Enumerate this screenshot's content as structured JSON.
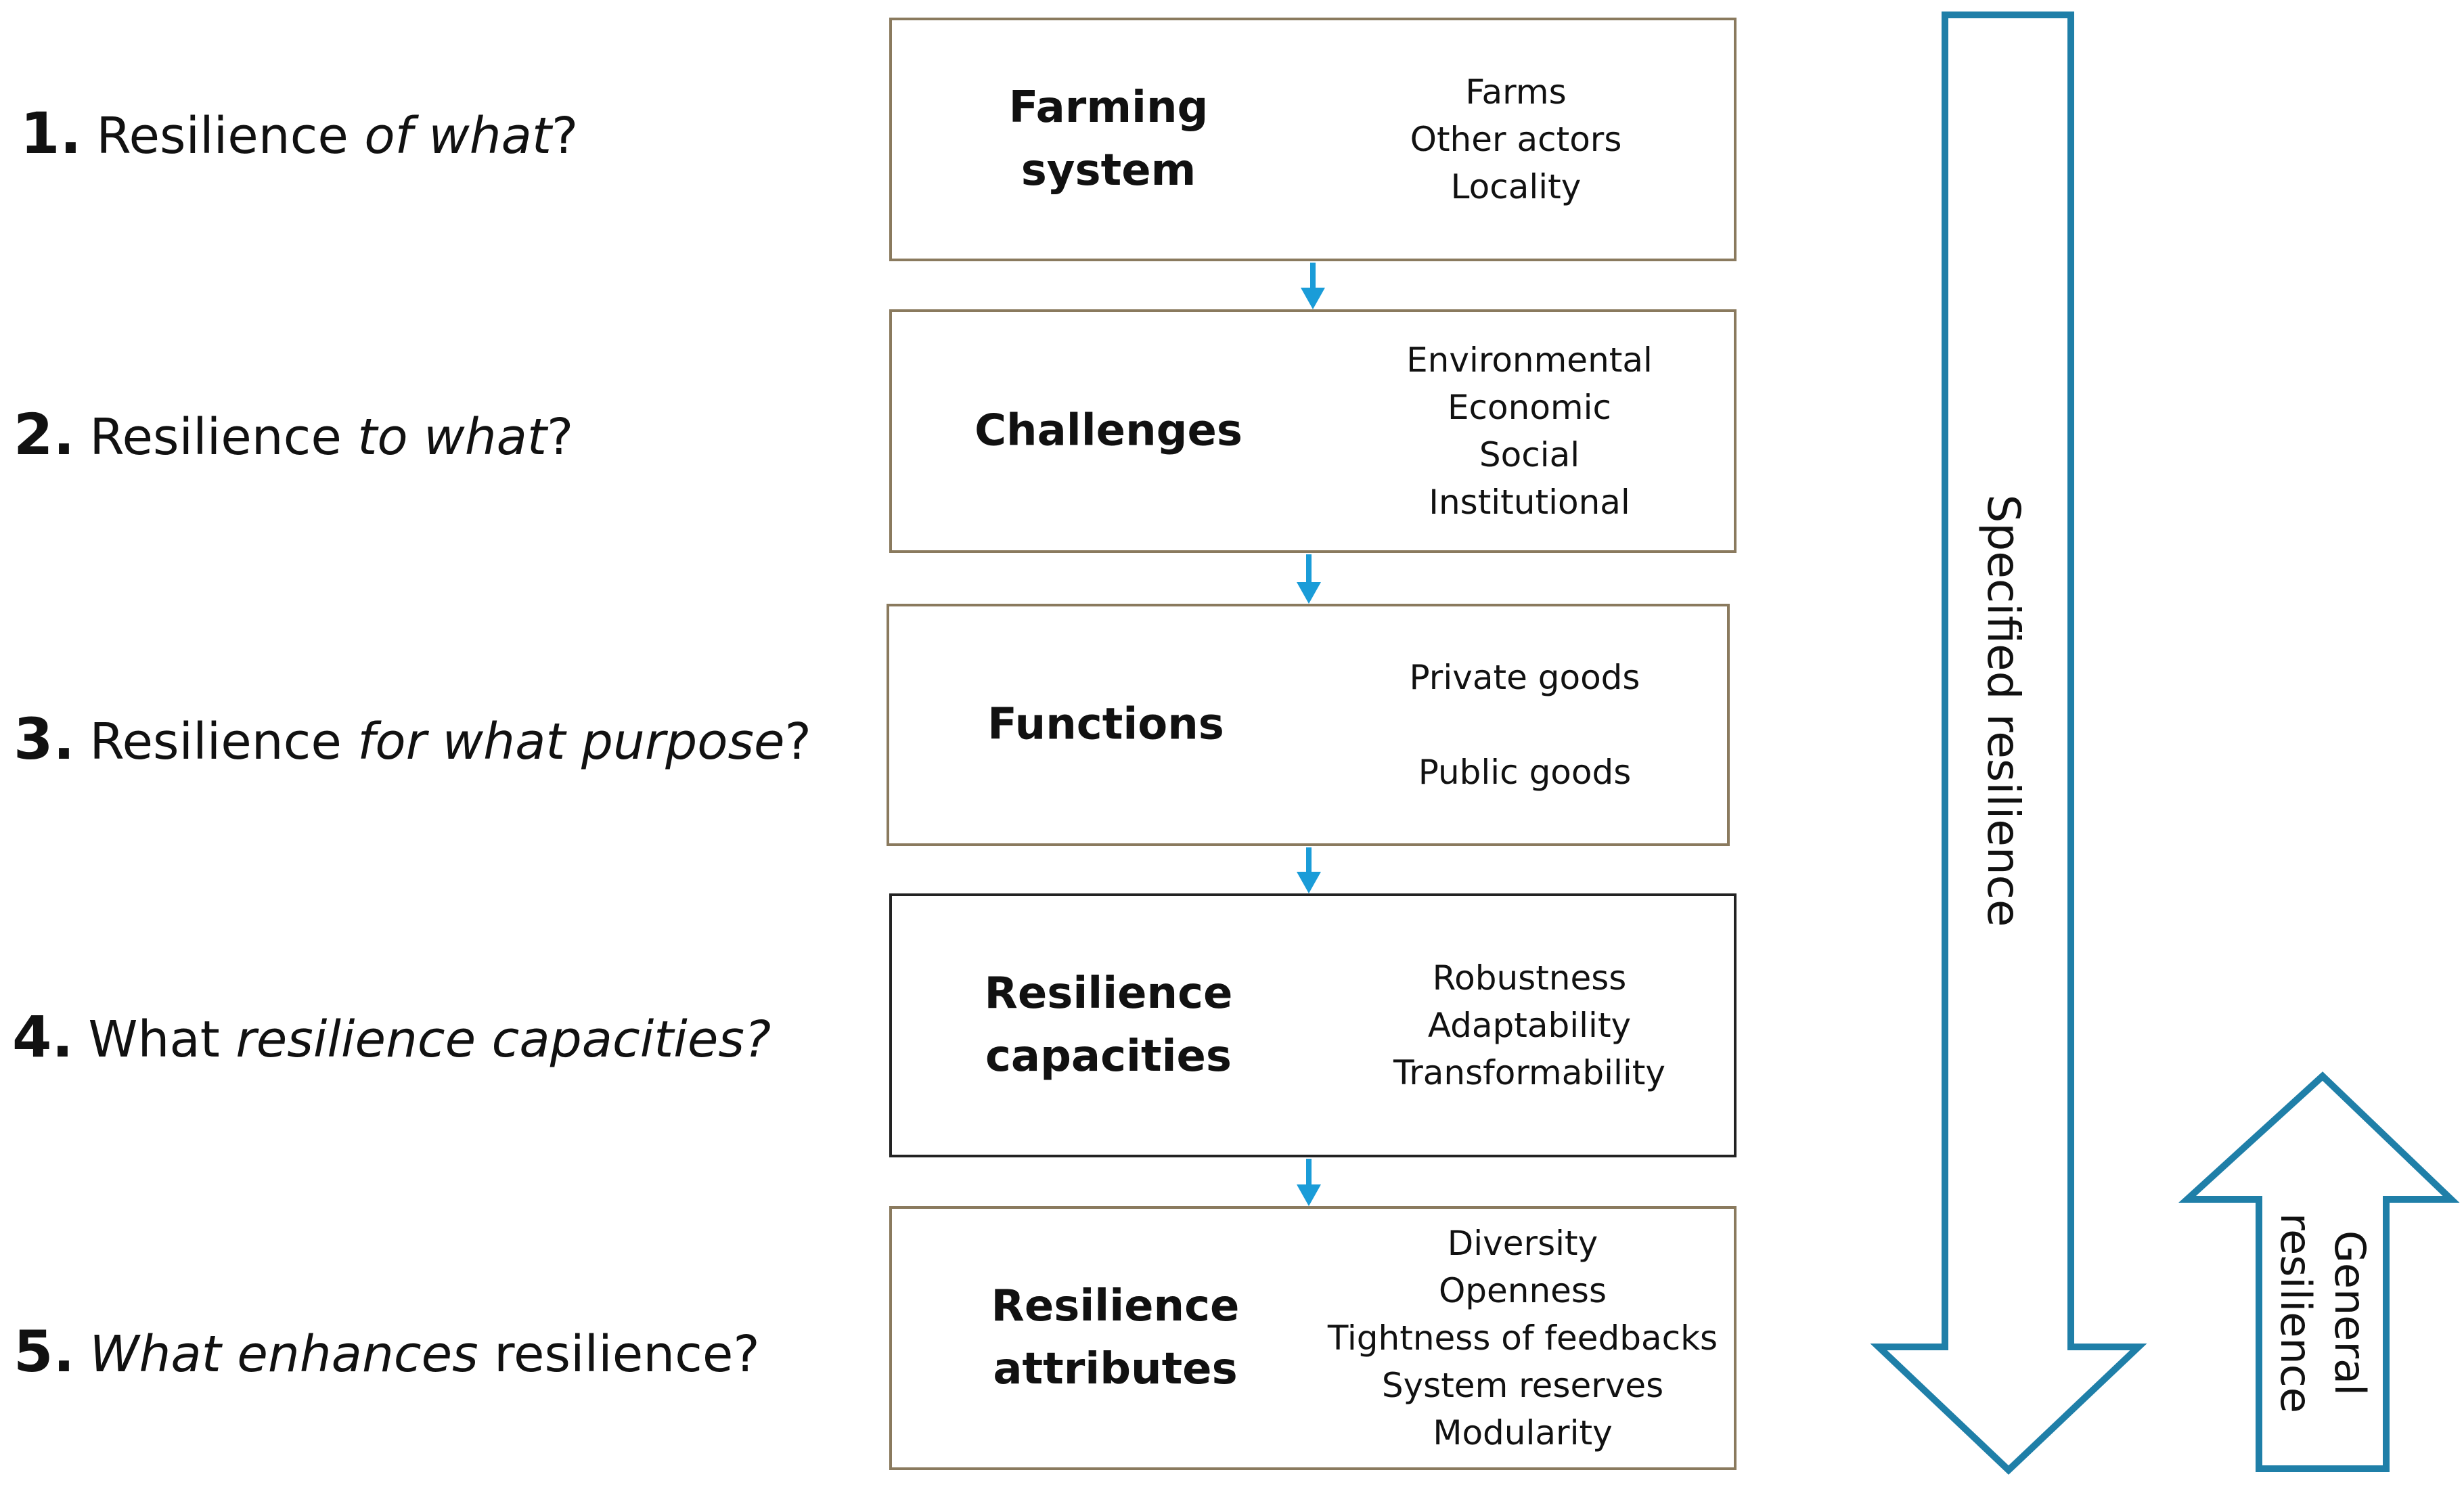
{
  "questions": [
    {
      "num": "1.",
      "prefix": "Resilience ",
      "emph": "of what",
      "suffix": "?"
    },
    {
      "num": "2.",
      "prefix": "Resilience ",
      "emph": "to what",
      "suffix": "?"
    },
    {
      "num": "3.",
      "prefix": "Resilience ",
      "emph": "for what purpose",
      "suffix": "?"
    },
    {
      "num": "4.",
      "prefix": "What ",
      "emph": "resilience capacities?",
      "suffix": ""
    },
    {
      "num": "5.",
      "prefix": "",
      "emph": "What enhances",
      "suffix": " resilience?"
    }
  ],
  "boxes": [
    {
      "title": [
        "Farming",
        "system"
      ],
      "items": [
        "Farms",
        "Other actors",
        "Locality"
      ]
    },
    {
      "title": [
        "Challenges"
      ],
      "items": [
        "Environmental",
        "Economic",
        "Social",
        "Institutional"
      ]
    },
    {
      "title": [
        "Functions"
      ],
      "items": [
        "Private goods",
        "Public goods"
      ]
    },
    {
      "title": [
        "Resilience",
        "capacities"
      ],
      "items": [
        "Robustness",
        "Adaptability",
        "Transformability"
      ]
    },
    {
      "title": [
        "Resilience",
        "attributes"
      ],
      "items": [
        "Diversity",
        "Openness",
        "Tightness of feedbacks",
        "System reserves",
        "Modularity"
      ]
    }
  ],
  "side_arrows": {
    "specified_label": "Specified resilience",
    "general_label": [
      "General",
      "resilience"
    ]
  },
  "colors": {
    "box_border": "#8a7a5e",
    "box_border_dark": "#222222",
    "connector": "#1a9cd8",
    "side_arrow_stroke": "#1f7fa8"
  }
}
